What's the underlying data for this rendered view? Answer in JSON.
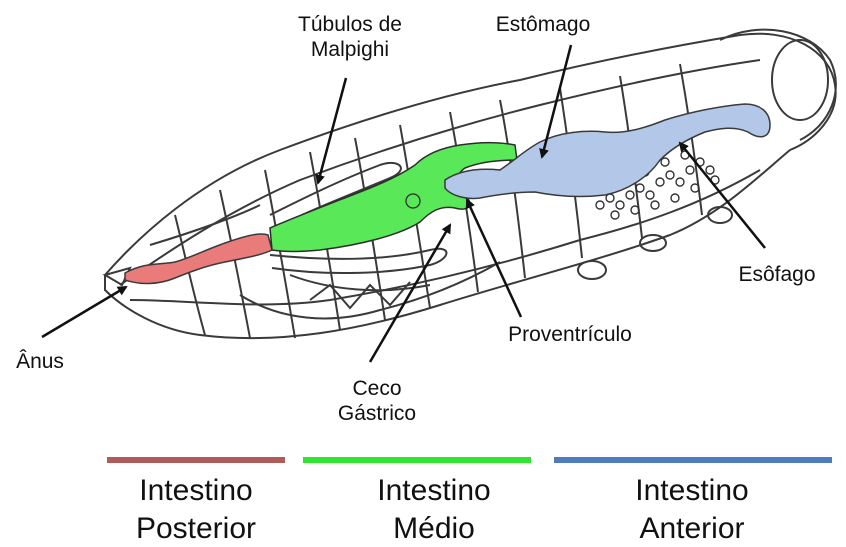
{
  "labels": {
    "tubulos_line1": "Túbulos de",
    "tubulos_line2": "Malpighi",
    "estomago": "Estômago",
    "esofago": "Esôfago",
    "anus": "Ânus",
    "proventriculo": "Proventrículo",
    "ceco_line1": "Ceco",
    "ceco_line2": "Gástrico"
  },
  "sections": [
    {
      "line1": "Intestino",
      "line2": "Posterior",
      "color": "#b05a5a"
    },
    {
      "line1": "Intestino",
      "line2": "Médio",
      "color": "#2ee62e"
    },
    {
      "line1": "Intestino",
      "line2": "Anterior",
      "color": "#4f7bbf"
    }
  ],
  "colors": {
    "hindgut": "#ea7b7b",
    "midgut": "#58e858",
    "foregut": "#b3c8e8",
    "outline": "#3a3a3a"
  },
  "icons": [
    "insect-body-illustration",
    "arrow-icon"
  ]
}
